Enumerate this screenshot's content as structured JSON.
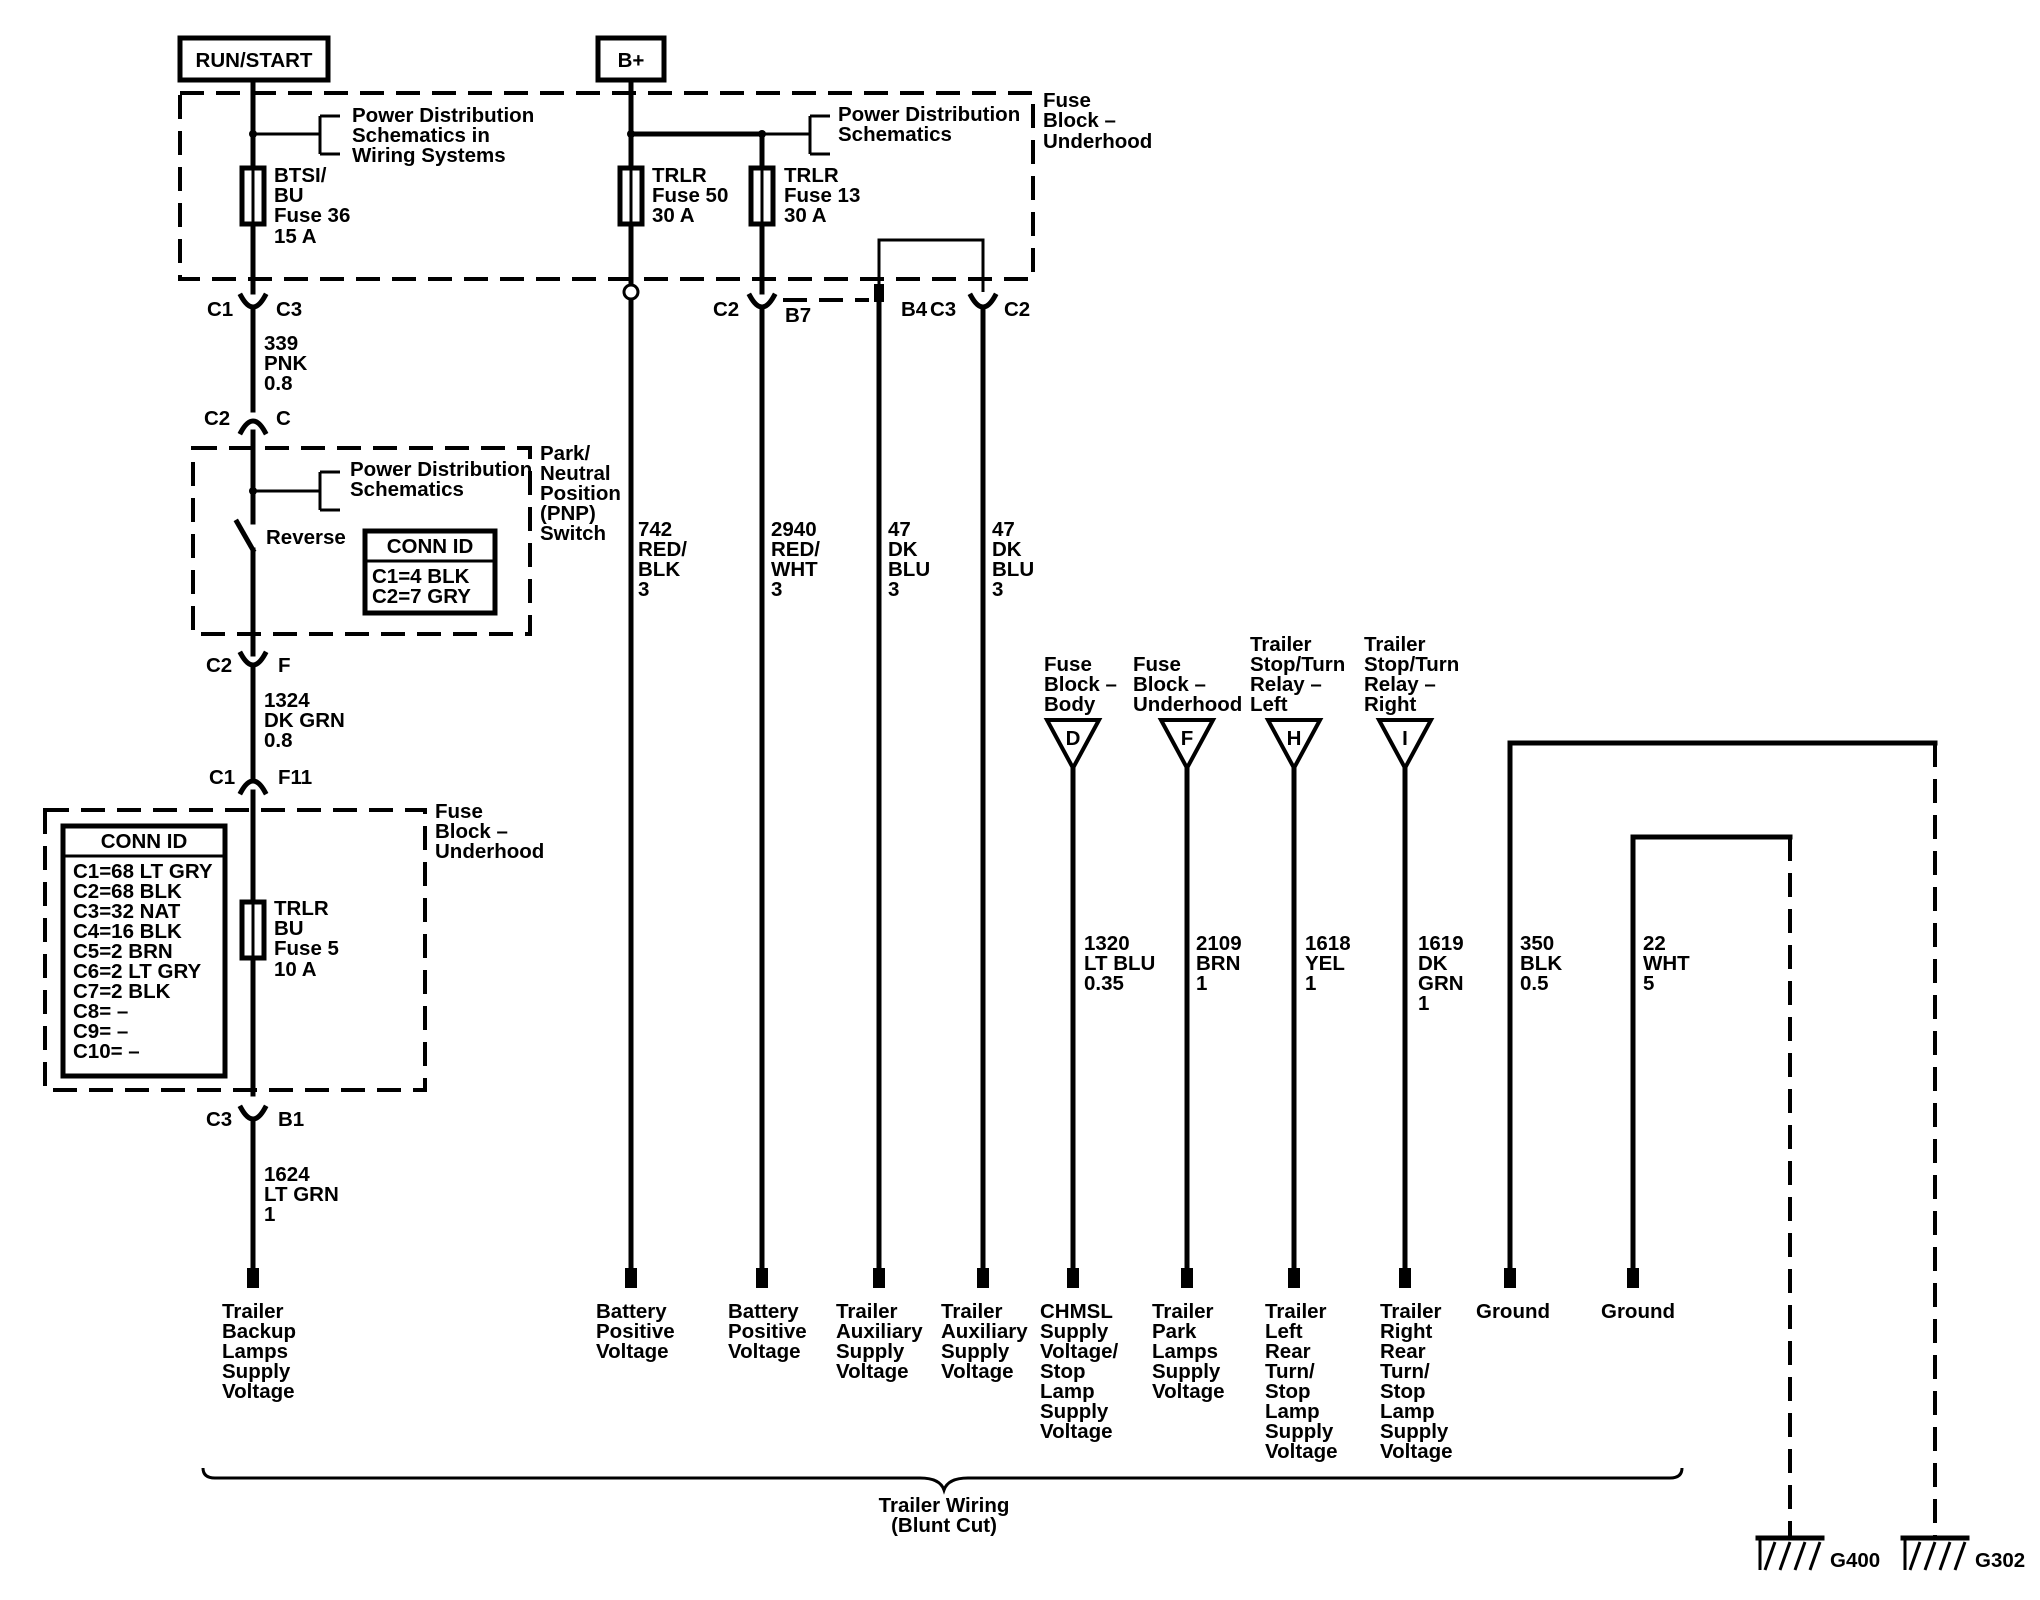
{
  "power_sources": {
    "run_start": "RUN/START",
    "b_plus": "B+"
  },
  "fuse_block_underhood": {
    "label": [
      "Fuse",
      "Block –",
      "Underhood"
    ],
    "pds_left": [
      "Power Distribution",
      "Schematics in",
      "Wiring Systems"
    ],
    "pds_right": [
      "Power Distribution",
      "Schematics"
    ],
    "fuse36": [
      "BTSI/",
      "BU",
      "Fuse 36",
      "15 A"
    ],
    "fuse50": [
      "TRLR",
      "Fuse 50",
      "30 A"
    ],
    "fuse13": [
      "TRLR",
      "Fuse 13",
      "30 A"
    ]
  },
  "connectors": {
    "c1": "C1",
    "c3": "C3",
    "c2": "C2",
    "b7": "B7",
    "b4": "B4",
    "c": "C",
    "f": "F",
    "f11": "F11",
    "b1": "B1"
  },
  "wire_labels": {
    "w339": [
      "339",
      "PNK",
      "0.8"
    ],
    "w1324": [
      "1324",
      "DK GRN",
      "0.8"
    ],
    "w1624": [
      "1624",
      "LT GRN",
      "1"
    ],
    "w742": [
      "742",
      "RED/",
      "BLK",
      "3"
    ],
    "w2940": [
      "2940",
      "RED/",
      "WHT",
      "3"
    ],
    "w47a": [
      "47",
      "DK",
      "BLU",
      "3"
    ],
    "w47b": [
      "47",
      "DK",
      "BLU",
      "3"
    ],
    "w1320": [
      "1320",
      "LT BLU",
      "0.35"
    ],
    "w2109": [
      "2109",
      "BRN",
      "1"
    ],
    "w1618": [
      "1618",
      "YEL",
      "1"
    ],
    "w1619": [
      "1619",
      "DK",
      "GRN",
      "1"
    ],
    "w350": [
      "350",
      "BLK",
      "0.5"
    ],
    "w22": [
      "22",
      "WHT",
      "5"
    ]
  },
  "pnp_switch": {
    "label": [
      "Park/",
      "Neutral",
      "Position",
      "(PNP)",
      "Switch"
    ],
    "pds": [
      "Power Distribution",
      "Schematics"
    ],
    "reverse": "Reverse",
    "conn_id_title": "CONN ID",
    "conn_id": [
      "C1=4 BLK",
      "C2=7 GRY"
    ]
  },
  "fuse_block_lower": {
    "label": [
      "Fuse",
      "Block –",
      "Underhood"
    ],
    "conn_id_title": "CONN ID",
    "conn_id": [
      "C1=68 LT GRY",
      "C2=68 BLK",
      "C3=32 NAT",
      "C4=16 BLK",
      "C5=2 BRN",
      "C6=2 LT GRY",
      "C7=2 BLK",
      "C8= –",
      "C9= –",
      "C10= –"
    ],
    "fuse5": [
      "TRLR",
      "BU",
      "Fuse 5",
      "10 A"
    ]
  },
  "sources": [
    {
      "letter": "D",
      "label": [
        "Fuse",
        "Block –",
        "Body"
      ]
    },
    {
      "letter": "F",
      "label": [
        "Fuse",
        "Block –",
        "Underhood"
      ]
    },
    {
      "letter": "H",
      "label": [
        "Trailer",
        "Stop/Turn",
        "Relay –",
        "Left"
      ]
    },
    {
      "letter": "I",
      "label": [
        "Trailer",
        "Stop/Turn",
        "Relay –",
        "Right"
      ]
    }
  ],
  "circuit_labels": [
    [
      "Trailer",
      "Backup",
      "Lamps",
      "Supply",
      "Voltage"
    ],
    [
      "Battery",
      "Positive",
      "Voltage"
    ],
    [
      "Battery",
      "Positive",
      "Voltage"
    ],
    [
      "Trailer",
      "Auxiliary",
      "Supply",
      "Voltage"
    ],
    [
      "Trailer",
      "Auxiliary",
      "Supply",
      "Voltage"
    ],
    [
      "CHMSL",
      "Supply",
      "Voltage/",
      "Stop",
      "Lamp",
      "Supply",
      "Voltage"
    ],
    [
      "Trailer",
      "Park",
      "Lamps",
      "Supply",
      "Voltage"
    ],
    [
      "Trailer",
      "Left",
      "Rear",
      "Turn/",
      "Stop",
      "Lamp",
      "Supply",
      "Voltage"
    ],
    [
      "Trailer",
      "Right",
      "Rear",
      "Turn/",
      "Stop",
      "Lamp",
      "Supply",
      "Voltage"
    ],
    [
      "Ground"
    ],
    [
      "Ground"
    ]
  ],
  "trailer_wiring": [
    "Trailer Wiring",
    "(Blunt Cut)"
  ],
  "grounds": [
    "G400",
    "G302"
  ]
}
